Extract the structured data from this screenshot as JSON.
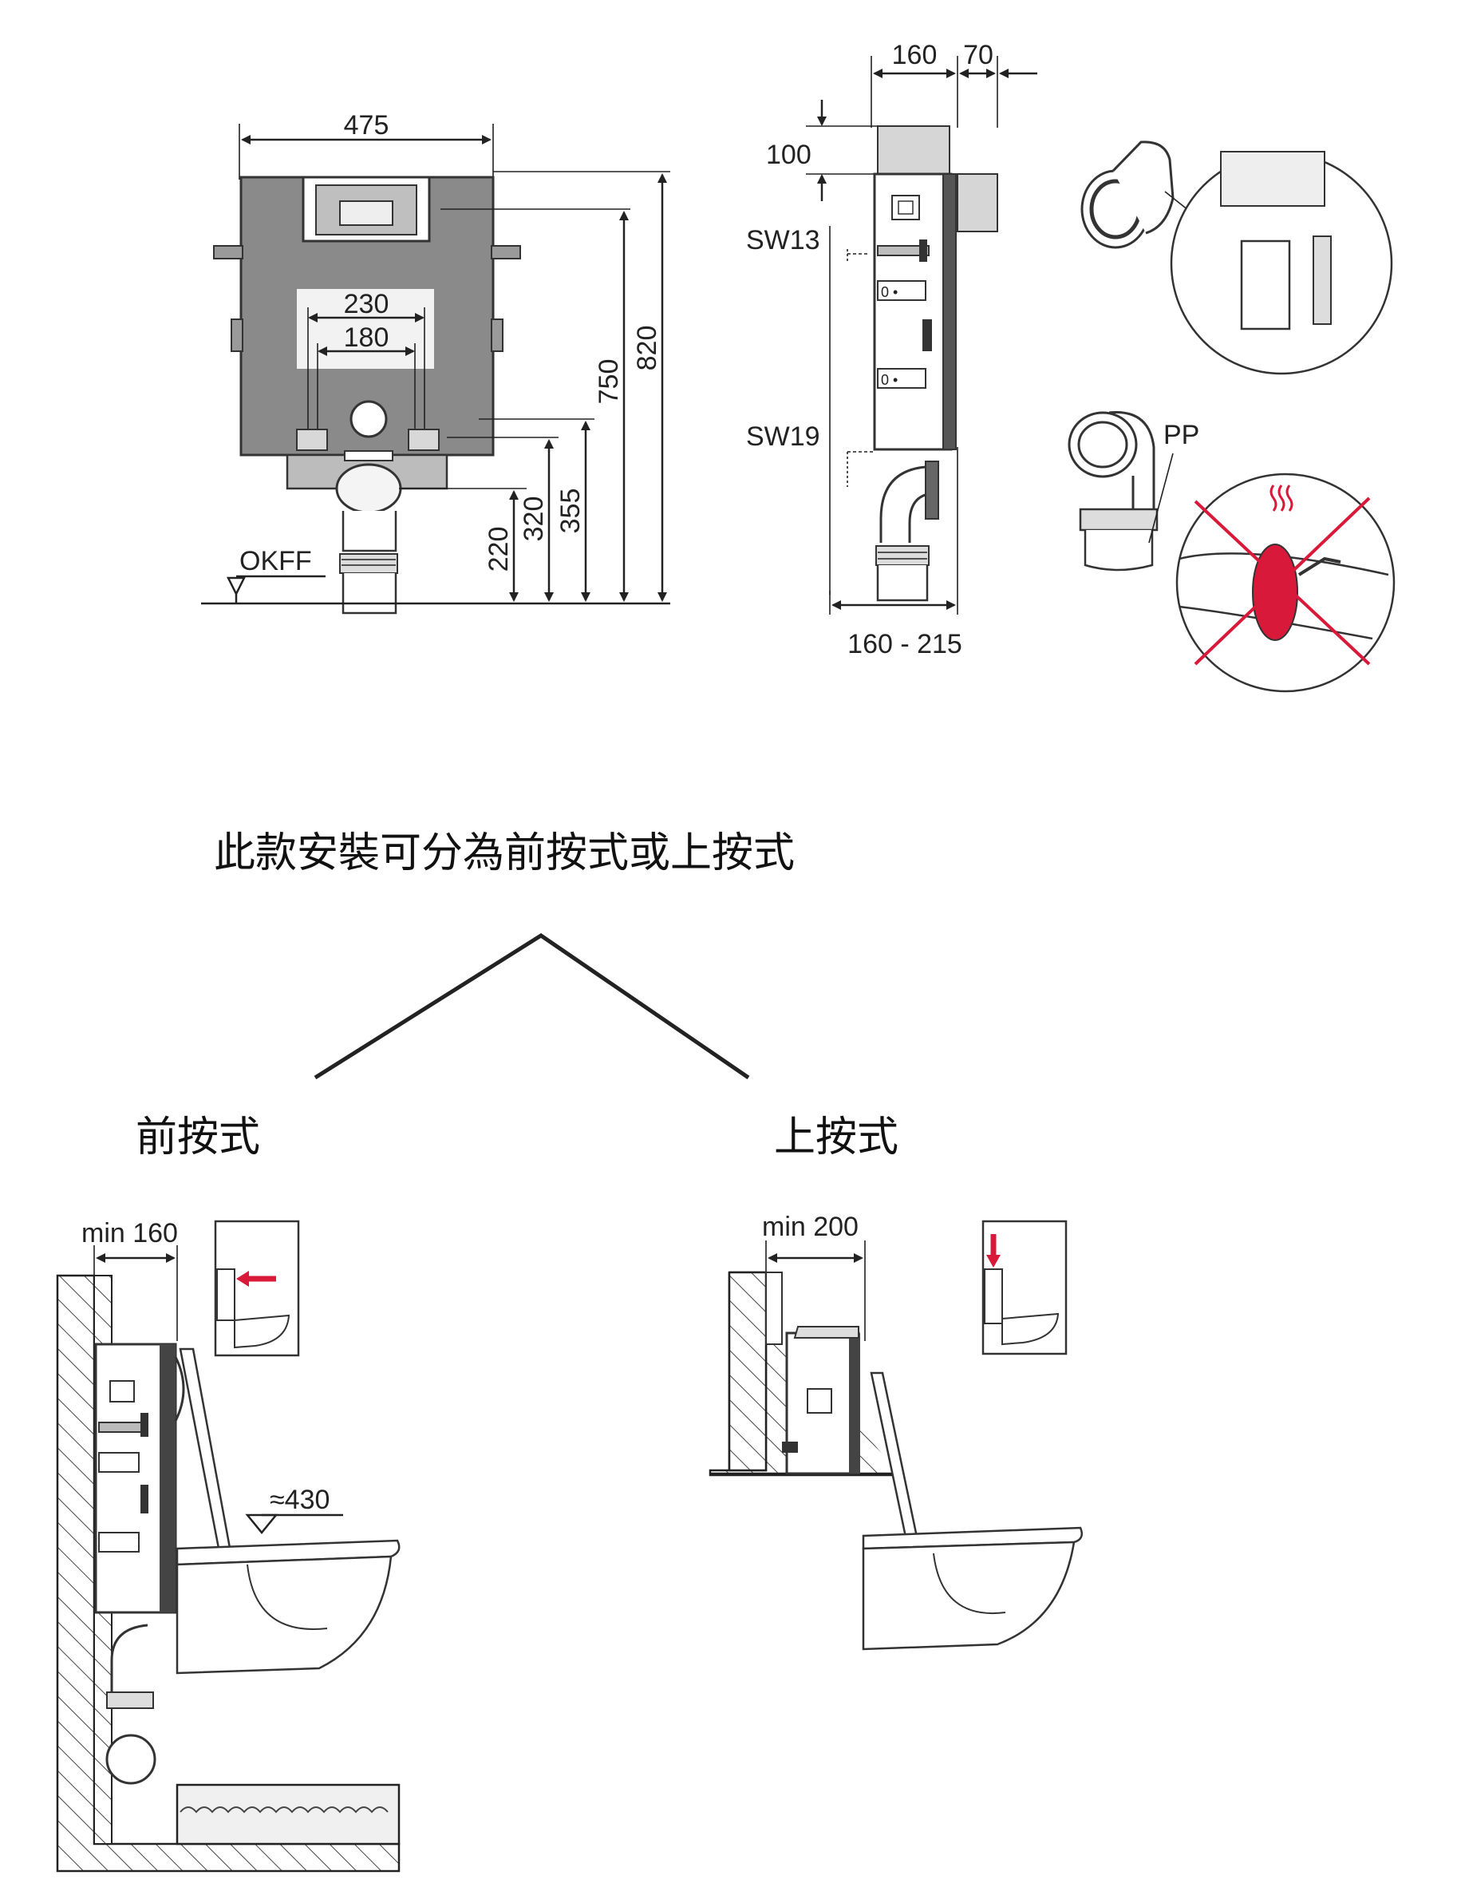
{
  "front_view": {
    "width": "475",
    "inner_outer": "230",
    "inner_inner": "180",
    "h_750": "750",
    "h_820": "820",
    "h_220": "220",
    "h_320": "320",
    "h_355": "355",
    "floor_label": "OKFF"
  },
  "side_view": {
    "top_160": "160",
    "top_70": "70",
    "h_100": "100",
    "sw13": "SW13",
    "sw19": "SW19",
    "depth_range": "160 - 215"
  },
  "pipe_detail": {
    "pp_label": "PP"
  },
  "headline": "此款安裝可分為前按式或上按式",
  "front_press": {
    "title": "前按式",
    "min_label": "min 160",
    "approx_label": "≈430"
  },
  "top_press": {
    "title": "上按式",
    "min_label": "min 200"
  },
  "colors": {
    "frame_gray": "#8a8a8a",
    "accent_red": "#d9193a",
    "line": "#222222"
  }
}
